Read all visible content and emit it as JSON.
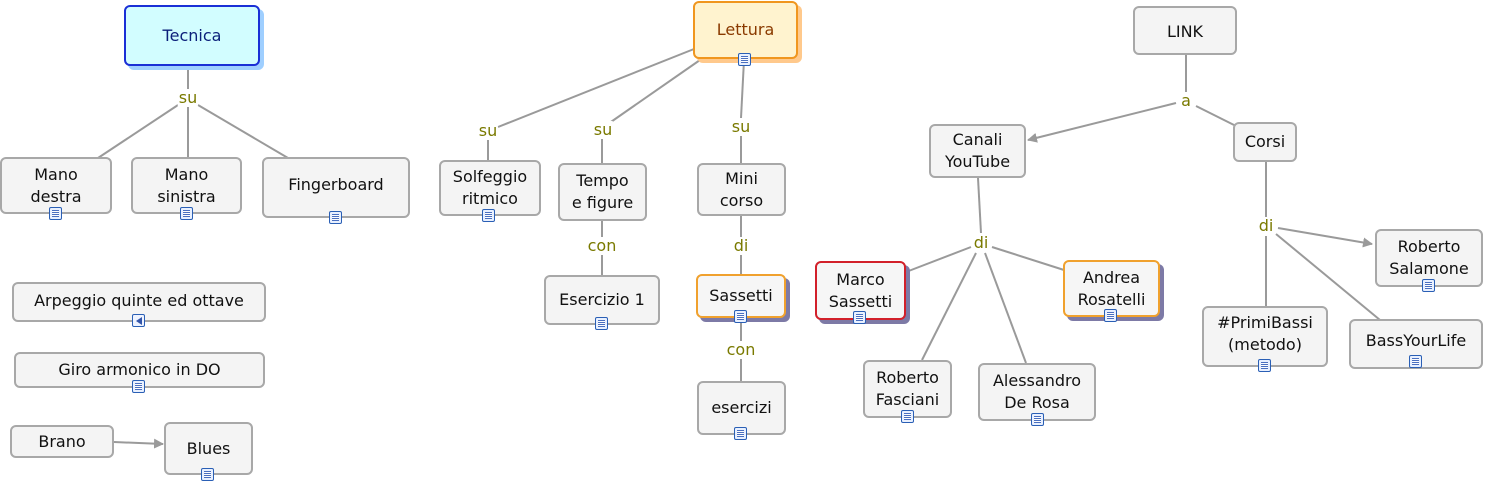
{
  "nodes": {
    "tecnica": "Tecnica",
    "mano_destra": "Mano\ndestra",
    "mano_sinistra": "Mano\nsinistra",
    "fingerboard": "Fingerboard",
    "arpeggio": "Arpeggio quinte ed ottave",
    "giro": "Giro armonico in DO",
    "brano": "Brano",
    "blues": "Blues",
    "lettura": "Lettura",
    "solfeggio": "Solfeggio\nritmico",
    "tempo": "Tempo\ne figure",
    "mini_corso": "Mini\ncorso",
    "esercizio1": "Esercizio 1",
    "sassetti": "Sassetti",
    "esercizi": "esercizi",
    "link": "LINK",
    "canali": "Canali\nYouTube",
    "corsi": "Corsi",
    "marco": "Marco\nSassetti",
    "andrea": "Andrea\nRosatelli",
    "fasciani": "Roberto\nFasciani",
    "derosa": "Alessandro\nDe Rosa",
    "salamone": "Roberto\nSalamone",
    "primibassi": "#PrimiBassi\n(metodo)",
    "bassyourlife": "BassYourLife"
  },
  "labels": {
    "su_tecnica": "su",
    "su_solfeggio": "su",
    "su_tempo": "su",
    "su_mini": "su",
    "con_tempo": "con",
    "di_mini": "di",
    "con_sassetti": "con",
    "a_link": "a",
    "di_canali": "di",
    "di_corsi": "di"
  },
  "colors": {
    "link_line": "#9a9a9a",
    "label_text": "#7a7a00",
    "tecnica_border": "#1a2fd6",
    "lettura_border": "#f0961f",
    "orange_border": "#f0a12e",
    "red_border": "#d2202a"
  }
}
